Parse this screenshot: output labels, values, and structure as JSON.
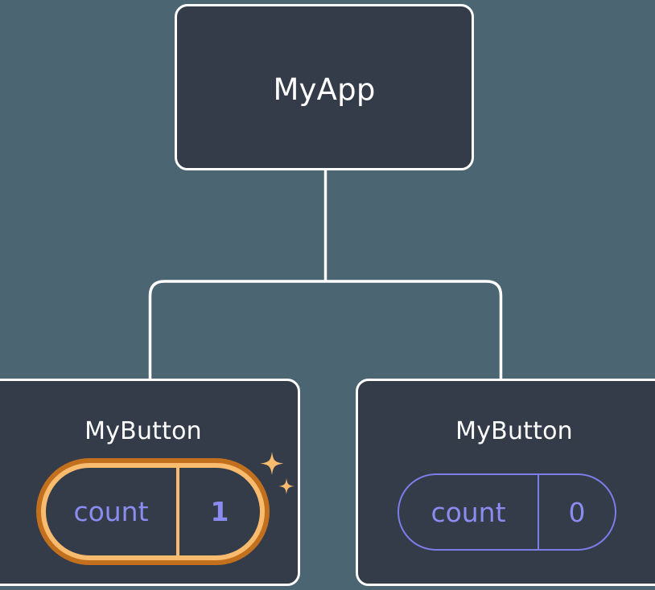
{
  "diagram": {
    "type": "component-tree",
    "title_semantics": "react-component-tree-with-state",
    "background_color": "#4C6573",
    "node_fill_color": "#343B49",
    "node_border_color": "#FFFFFF",
    "connector_color": "#FFFFFF",
    "highlight_outer_color": "#C2701E",
    "highlight_inner_color": "#F9BC6E",
    "state_text_color": "#8B8CF0",
    "sparkle_color": "#F9BC6E"
  },
  "root": {
    "label": "MyApp"
  },
  "children": [
    {
      "label": "MyButton",
      "state": {
        "key": "count",
        "value": "1"
      },
      "highlighted": true,
      "sparkle": true
    },
    {
      "label": "MyButton",
      "state": {
        "key": "count",
        "value": "0"
      },
      "highlighted": false,
      "sparkle": false
    }
  ]
}
